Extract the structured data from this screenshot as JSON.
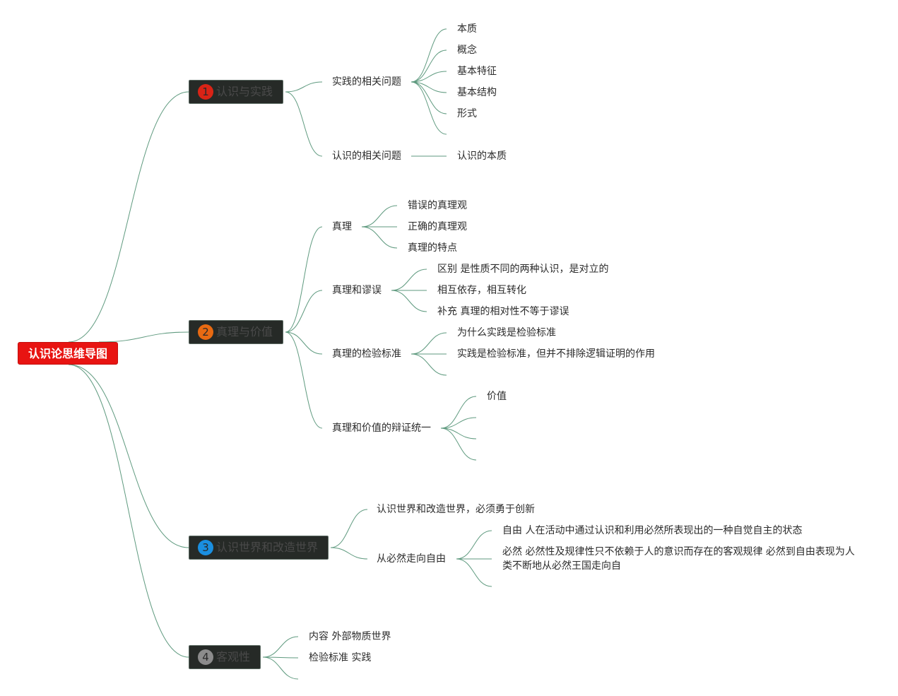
{
  "colors": {
    "root_bg": "#e81412",
    "branch_bg": "#262a27",
    "line": "#5f9a7f",
    "badge_1": "#d92316",
    "badge_2": "#e86a12",
    "badge_3": "#1a8fe0",
    "badge_4": "#8c8c8c"
  },
  "root": {
    "label": "认识论思维导图"
  },
  "branches": [
    {
      "badge": "1",
      "label": "认识与实践",
      "topics": [
        {
          "label": "实践的相关问题",
          "children": [
            "本质",
            "概念",
            "基本特征",
            "基本结构",
            "形式"
          ]
        },
        {
          "label": "认识的相关问题",
          "children": [
            "认识的本质"
          ]
        }
      ]
    },
    {
      "badge": "2",
      "label": "真理与价值",
      "topics": [
        {
          "label": "真理",
          "children": [
            "错误的真理观",
            "正确的真理观",
            "真理的特点"
          ]
        },
        {
          "label": "真理和谬误",
          "children": [
            "区别 是性质不同的两种认识，是对立的",
            "相互依存，相互转化",
            "补充 真理的相对性不等于谬误"
          ]
        },
        {
          "label": "真理的检验标准",
          "children": [
            "为什么实践是检验标准",
            "实践是检验标准，但并不排除逻辑证明的作用"
          ]
        },
        {
          "label": "真理和价值的辩证统一",
          "children": [
            "价值"
          ]
        }
      ]
    },
    {
      "badge": "3",
      "label": "认识世界和改造世界",
      "topics": [
        {
          "label": "认识世界和改造世界，必须勇于创新"
        },
        {
          "label": "从必然走向自由",
          "children": [
            "自由 人在活动中通过认识和利用必然所表现出的一种自觉自主的状态",
            "必然 必然性及规律性只不依赖于人的意识而存在的客观规律 必然到自由表现为人类不断地从必然王国走向自"
          ]
        }
      ]
    },
    {
      "badge": "4",
      "label": "客观性",
      "topics": [
        {
          "label": "内容 外部物质世界"
        },
        {
          "label": "检验标准 实践"
        }
      ]
    }
  ]
}
